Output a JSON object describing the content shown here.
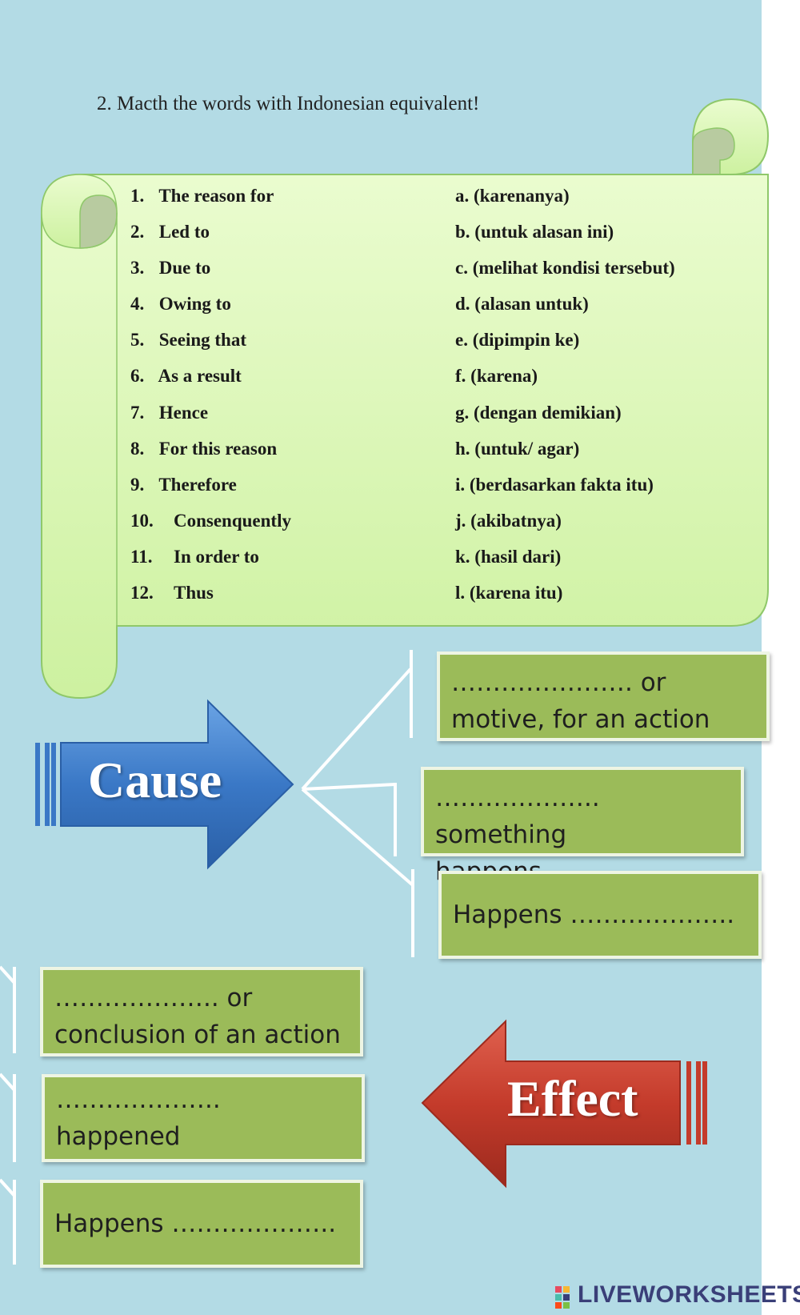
{
  "instruction": "2. Macth the words with Indonesian equivalent!",
  "terms": [
    {
      "num": "1.",
      "text": "The reason for"
    },
    {
      "num": "2.",
      "text": "Led to"
    },
    {
      "num": "3.",
      "text": "Due to"
    },
    {
      "num": "4.",
      "text": "Owing to"
    },
    {
      "num": "5.",
      "text": "Seeing that"
    },
    {
      "num": "6.",
      "text": "As a result"
    },
    {
      "num": "7.",
      "text": "Hence"
    },
    {
      "num": "8.",
      "text": "For this reason"
    },
    {
      "num": "9.",
      "text": "Therefore"
    },
    {
      "num": "10.",
      "text": "Consenquently"
    },
    {
      "num": "11.",
      "text": "In order to"
    },
    {
      "num": "12.",
      "text": "Thus"
    }
  ],
  "meanings": [
    "a. (karenanya)",
    "b. (untuk alasan ini)",
    "c. (melihat kondisi tersebut)",
    "d. (alasan untuk)",
    "e. (dipimpin ke)",
    "f. (karena)",
    "g. (dengan demikian)",
    "h. (untuk/ agar)",
    "i. (berdasarkan fakta itu)",
    "j. (akibatnya)",
    "k. (hasil dari)",
    "l. (karena itu)"
  ],
  "cause": {
    "label": "Cause",
    "boxes": [
      {
        "line1": "…………………. or",
        "line2": "motive, for an action"
      },
      {
        "line1": "……………….. something",
        "line2": "happens"
      },
      {
        "line1": "Happens ………………..",
        "line2": ""
      }
    ]
  },
  "effect": {
    "label": "Effect",
    "boxes": [
      {
        "line1": "……………….. or",
        "line2": "conclusion of an action"
      },
      {
        "line1": "……………….. happened",
        "line2": ""
      },
      {
        "line1": "Happens ………………..",
        "line2": ""
      }
    ]
  },
  "brand": "LIVEWORKSHEETS",
  "colors": {
    "background": "#b3dbe5",
    "scroll": "#d9f7b5",
    "box": "#9bbb59",
    "cause_arrow": "#3f7fcf",
    "effect_arrow": "#c0392b"
  }
}
